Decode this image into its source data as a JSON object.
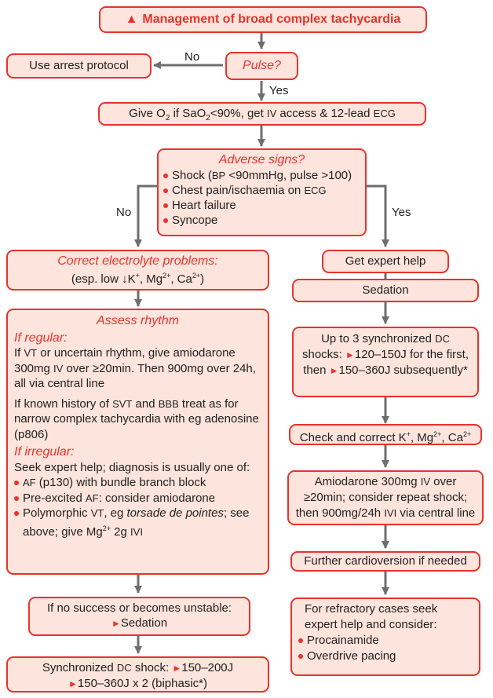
{
  "title": "Management of broad complex tachycardia",
  "warning_glyph": "▲",
  "pulse": "Pulse?",
  "arrest": "Use arrest protocol",
  "no1": "No",
  "yes1": "Yes",
  "give_o2": {
    "a": "Give O",
    "sub1": "2",
    "b": " if SaO",
    "sub2": "2",
    "c": "<90%, get ",
    "iv": "IV",
    "d": " access & 12-lead ",
    "ecg": "ECG"
  },
  "adverse": {
    "title": "Adverse signs?",
    "shock_a": "Shock (",
    "shock_bp": "BP",
    "shock_b": " <90mmHg, pulse >100)",
    "chest_a": "Chest pain/ischaemia on ",
    "chest_ecg": "ECG",
    "heart": "Heart failure",
    "syncope": "Syncope"
  },
  "no2": "No",
  "yes2": "Yes",
  "correct": {
    "title": "Correct electrolyte problems:",
    "a": "(esp. low ↓K",
    "sup1": "+",
    "b": ", Mg",
    "sup2": "2+",
    "c": ", Ca",
    "sup3": "2+",
    "d": ")"
  },
  "assess": {
    "title": "Assess rhythm",
    "regular": "If regular:",
    "r1a": "If ",
    "r1vt": "VT",
    "r1b": " or uncertain rhythm, give amiodarone 300mg ",
    "r1iv": "IV",
    "r1c": " over ≥20min. Then 900mg over 24h, all via central line",
    "r2a": "If known history of ",
    "r2svt": "SVT",
    "r2b": " and ",
    "r2bbb": "BBB",
    "r2c": " treat as for narrow complex tachycardia with eg adenosine (p806)",
    "irregular": "If irregular:",
    "i1": "Seek expert help; diagnosis is usually one of:",
    "b1a": "AF",
    "b1b": " (p130) with bundle branch block",
    "b2a": "Pre-excited ",
    "b2af": "AF",
    "b2b": ": consider amiodarone",
    "b3a": "Polymorphic ",
    "b3vt": "VT",
    "b3b": ", eg ",
    "b3it": "torsade de pointes",
    "b3c": "; see above; give Mg",
    "b3sup": "2+",
    "b3d": " 2g ",
    "b3ivi": "IVI"
  },
  "nosuccess": {
    "a": "If no success or becomes unstable:",
    "b": "Sedation"
  },
  "sync_left": {
    "a": "Synchronized ",
    "dc": "DC",
    "b": " shock: ",
    "c": "150–200J",
    "d": "150–360J x 2 (biphasic*)"
  },
  "expert": "Get expert help",
  "sedation": "Sedation",
  "upto3": {
    "a": "Up to 3 synchronized ",
    "dc": "DC",
    "b": "shocks: ",
    "c": "120–150J for the first,",
    "d": "then ",
    "e": "150–360J subsequently*"
  },
  "check": {
    "a": "Check and correct K",
    "sup1": "+",
    "b": ", Mg",
    "sup2": "2+",
    "c": ", Ca",
    "sup3": "2+"
  },
  "amio": {
    "a": "Amiodarone 300mg ",
    "iv": "IV",
    "b": " over",
    "c": "≥20min; consider repeat shock;",
    "d": "then 900mg/24h ",
    "ivi": "IVI",
    "e": " via central line"
  },
  "further": "Further cardioversion if needed",
  "refractory": {
    "a": "For refractory cases seek expert help and consider:",
    "b1": "Procainamide",
    "b2": "Overdrive pacing"
  },
  "pointer_glyph": "►",
  "colors": {
    "accent": "#e7332e",
    "box_fill": "#fde4dc",
    "arrow": "#6d6e70"
  }
}
